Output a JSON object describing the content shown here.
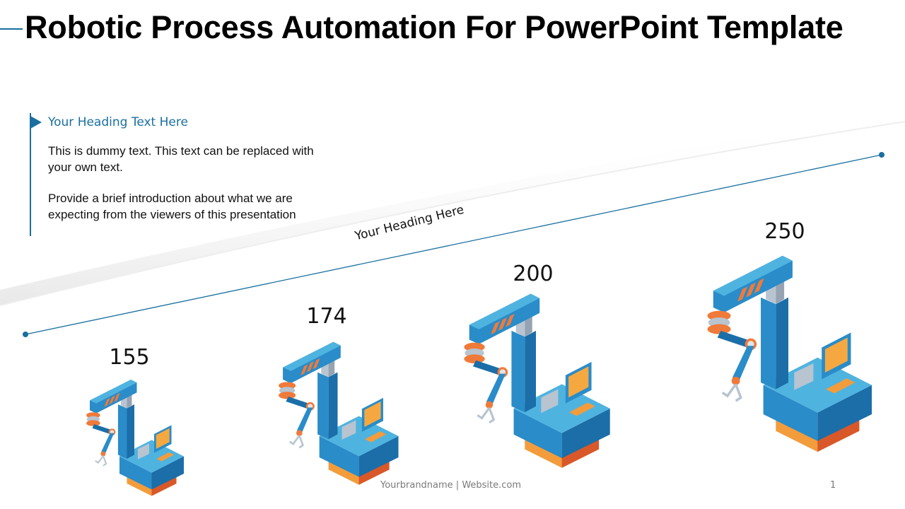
{
  "slide": {
    "title": "Robotic Process Automation For PowerPoint Template",
    "accent_color": "#1a6fa0"
  },
  "info_box": {
    "heading": "Your Heading Text Here",
    "paragraphs": [
      "This is dummy text. This text can be replaced with your own text.",
      "Provide a brief introduction about what we are expecting from the viewers of this presentation"
    ]
  },
  "trend_line": {
    "label": "Your Heading Here"
  },
  "robots": [
    {
      "value": "155",
      "icon": "robotic-arm-workstation-icon"
    },
    {
      "value": "174",
      "icon": "robotic-arm-workstation-icon"
    },
    {
      "value": "200",
      "icon": "robotic-arm-workstation-icon"
    },
    {
      "value": "250",
      "icon": "robotic-arm-workstation-icon"
    }
  ],
  "footer": {
    "brand": "Yourbrandname | Website.com",
    "page_number": "1"
  },
  "colors": {
    "robot_blue_light": "#4fb3e0",
    "robot_blue": "#2a8cc8",
    "robot_blue_dark": "#1b6ea8",
    "robot_orange": "#f39c3c",
    "robot_orange_dark": "#d9582a",
    "robot_grey": "#b8c4d0"
  }
}
